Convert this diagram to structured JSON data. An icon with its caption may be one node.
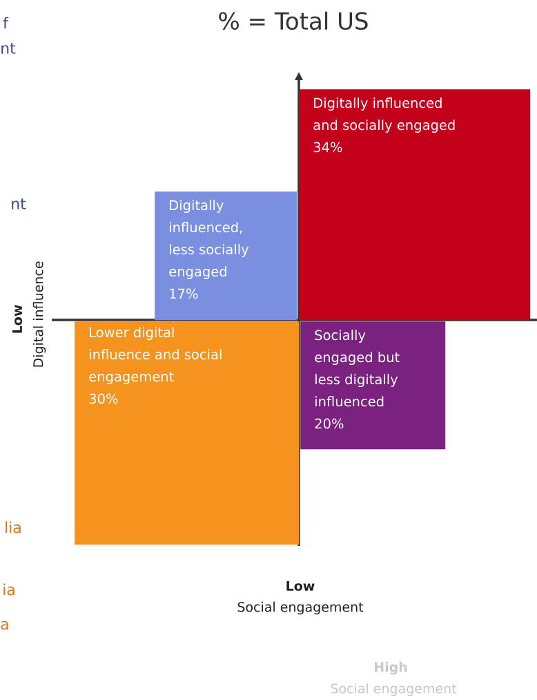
{
  "diagram": {
    "title": "% = Total US",
    "nodes": [
      {
        "text": [
          "Digitally influenced and socially engaged",
          "34%"
        ]
      },
      {
        "text": [
          "Digitally influenced, less socially engaged",
          "17%"
        ]
      },
      {
        "text": [
          "Lower digital influence and social engagement",
          "30%"
        ]
      },
      {
        "text": [
          "Socially engaged but less digitally influenced",
          "20%"
        ]
      }
    ],
    "edges": [],
    "labels": [
      "f",
      "nt",
      "Low",
      "Digital influence",
      "nt",
      "lia",
      "ia",
      "a",
      "Low",
      "Social engagement",
      "High",
      "Social engagement"
    ]
  }
}
